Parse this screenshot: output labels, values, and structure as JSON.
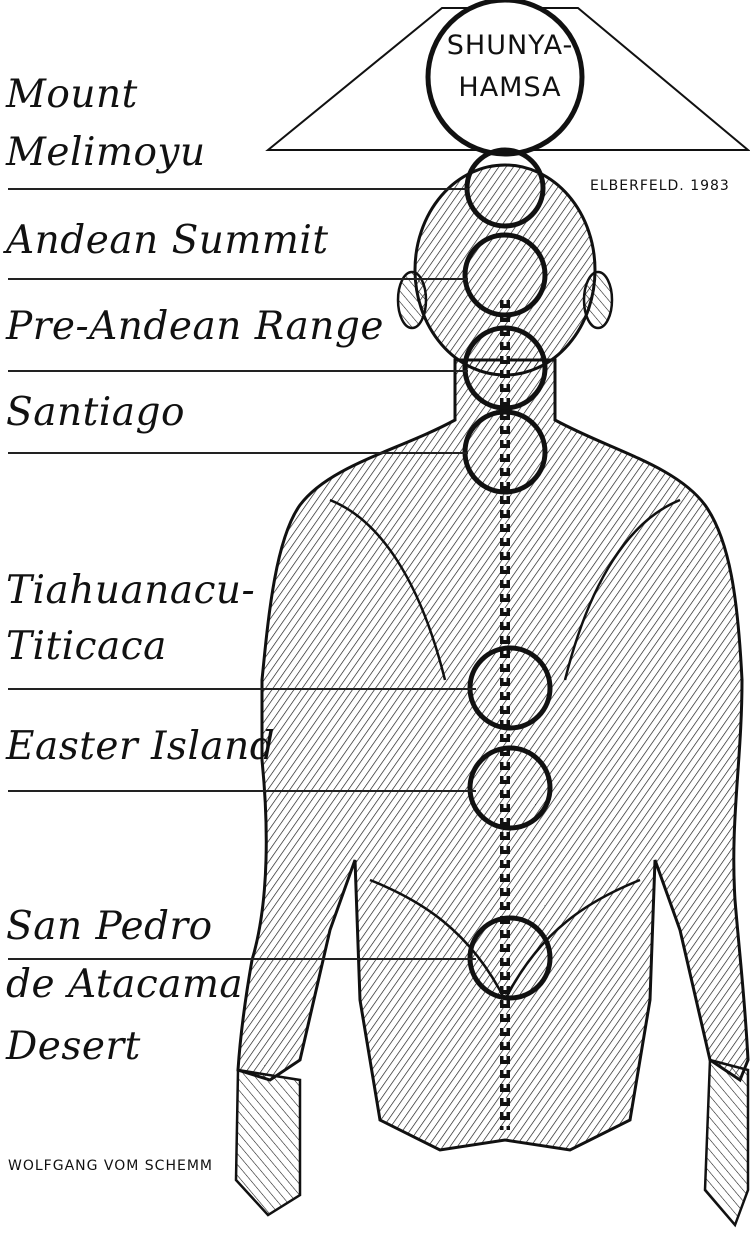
{
  "title": {
    "line1": "SHUNYA-",
    "line2": "HAMSA"
  },
  "credits": {
    "artist_date": "ELBERFELD. 1983",
    "author": "WOLFGANG VOM SCHEMM"
  },
  "labels": [
    {
      "line1": "Mount",
      "line2": "Melimoyu"
    },
    {
      "line1": "Andean Summit"
    },
    {
      "line1": "Pre-Andean Range"
    },
    {
      "line1": "Santiago"
    },
    {
      "line1": "Tiahuanacu-",
      "line2": "Titicaca"
    },
    {
      "line1": "Easter Island"
    },
    {
      "line1": "San Pedro",
      "line2": "de Atacama",
      "line3": "Desert"
    }
  ],
  "colors": {
    "ink": "#111111",
    "paper": "#ffffff"
  },
  "icons": {
    "figure": "human-back-anatomy-illustration",
    "chakras": "chakra-circle-icon"
  }
}
